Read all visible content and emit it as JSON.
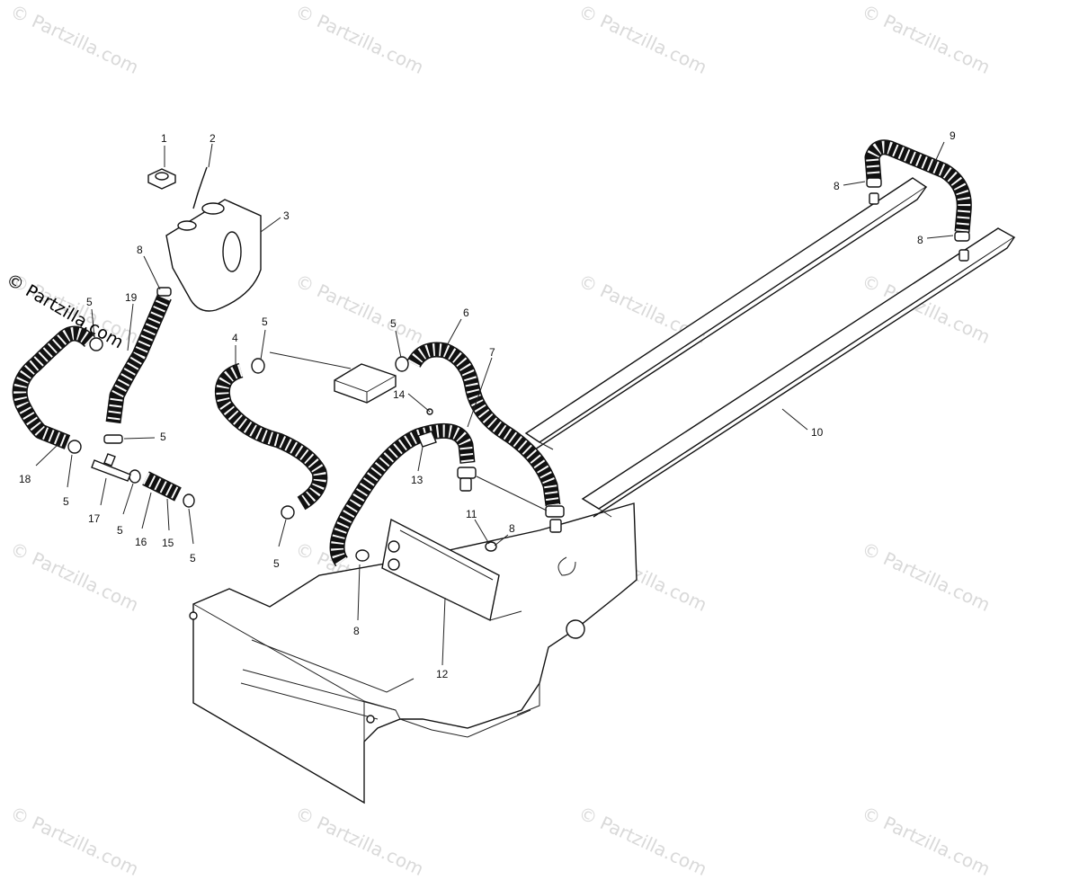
{
  "watermark": {
    "text": "© Partzilla.com"
  },
  "brand": {
    "text": "© Partzilla.com"
  },
  "callouts": [
    "1",
    "2",
    "3",
    "4",
    "5",
    "6",
    "7",
    "8",
    "9",
    "10",
    "11",
    "12",
    "13",
    "14",
    "15",
    "16",
    "17",
    "18",
    "19"
  ]
}
